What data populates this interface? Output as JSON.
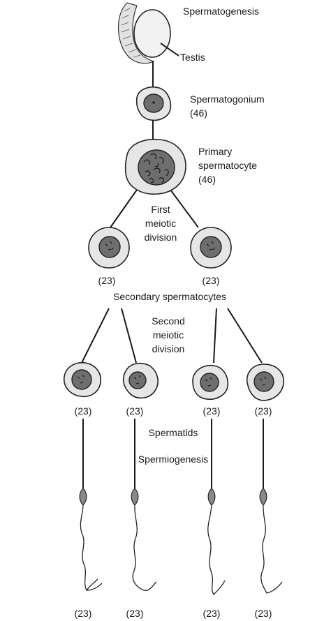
{
  "labels": {
    "title": "Spermatogenesis",
    "testis": "Testis",
    "spermatogonium": "Spermatogonium",
    "spermatogonium_count": "(46)",
    "primary_line1": "Primary",
    "primary_line2": "spermatocyte",
    "primary_count": "(46)",
    "first_line1": "First",
    "first_line2": "meiotic",
    "first_line3": "division",
    "secondary_count_left": "(23)",
    "secondary_count_right": "(23)",
    "secondary": "Secondary spermatocytes",
    "second_line1": "Second",
    "second_line2": "meiotic",
    "second_line3": "division",
    "spermatid_counts": [
      "(23)",
      "(23)",
      "(23)",
      "(23)"
    ],
    "spermatids": "Spermatids",
    "spermiogenesis": "Spermiogenesis",
    "sperm_counts": [
      "(23)",
      "(23)",
      "(23)",
      "(23)"
    ]
  }
}
